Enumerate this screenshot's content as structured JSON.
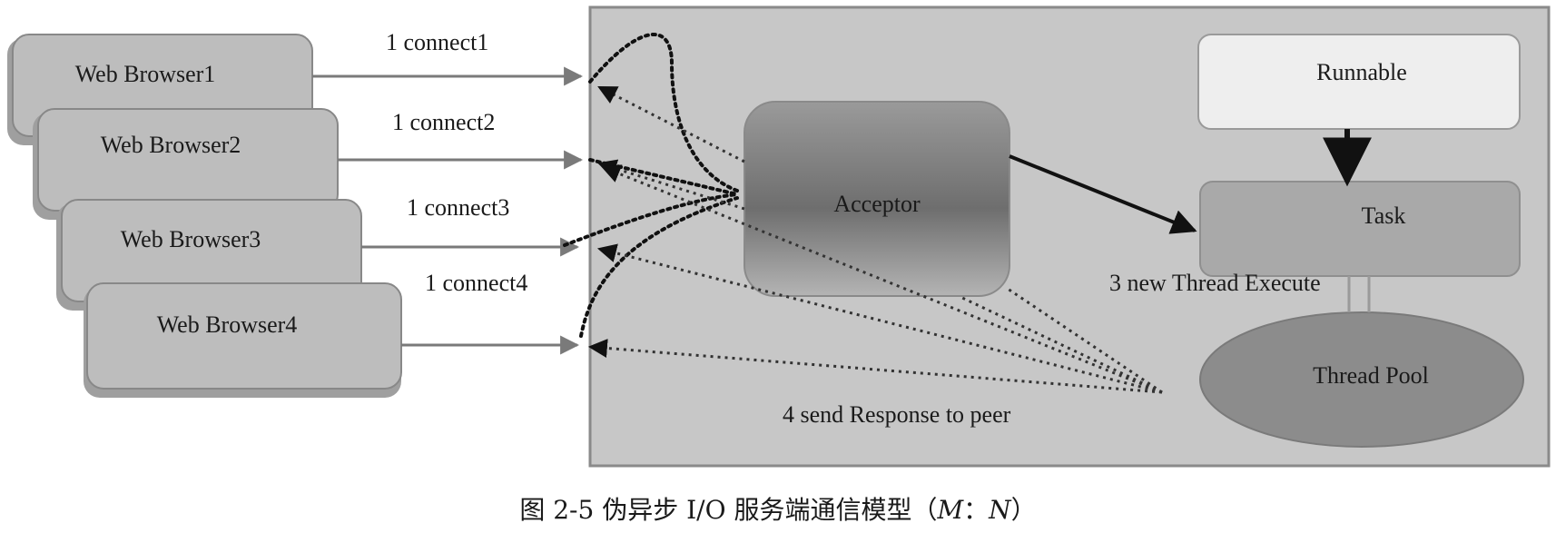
{
  "browsers": [
    {
      "label": "Web Browser1",
      "edge_label": "1 connect1"
    },
    {
      "label": "Web Browser2",
      "edge_label": "1 connect2"
    },
    {
      "label": "Web Browser3",
      "edge_label": "1 connect3"
    },
    {
      "label": "Web Browser4",
      "edge_label": "1 connect4"
    }
  ],
  "server": {
    "acceptor": "Acceptor",
    "runnable": "Runnable",
    "task": "Task",
    "thread_pool": "Thread Pool",
    "execute_label": "3 new Thread Execute",
    "response_label": "4 send Response to peer"
  },
  "caption": {
    "prefix": "图 2-5   伪异步 I/O 服务端通信模型（",
    "m": "M",
    "sep": "：",
    "n": "N",
    "suffix": "）"
  },
  "colors": {
    "server_bg": "#c7c7c7",
    "browser_fill": "#bdbdbd",
    "runnable_fill": "#eeeeee",
    "task_fill": "#a9a9a9",
    "thread_pool_fill": "#8c8c8c"
  }
}
